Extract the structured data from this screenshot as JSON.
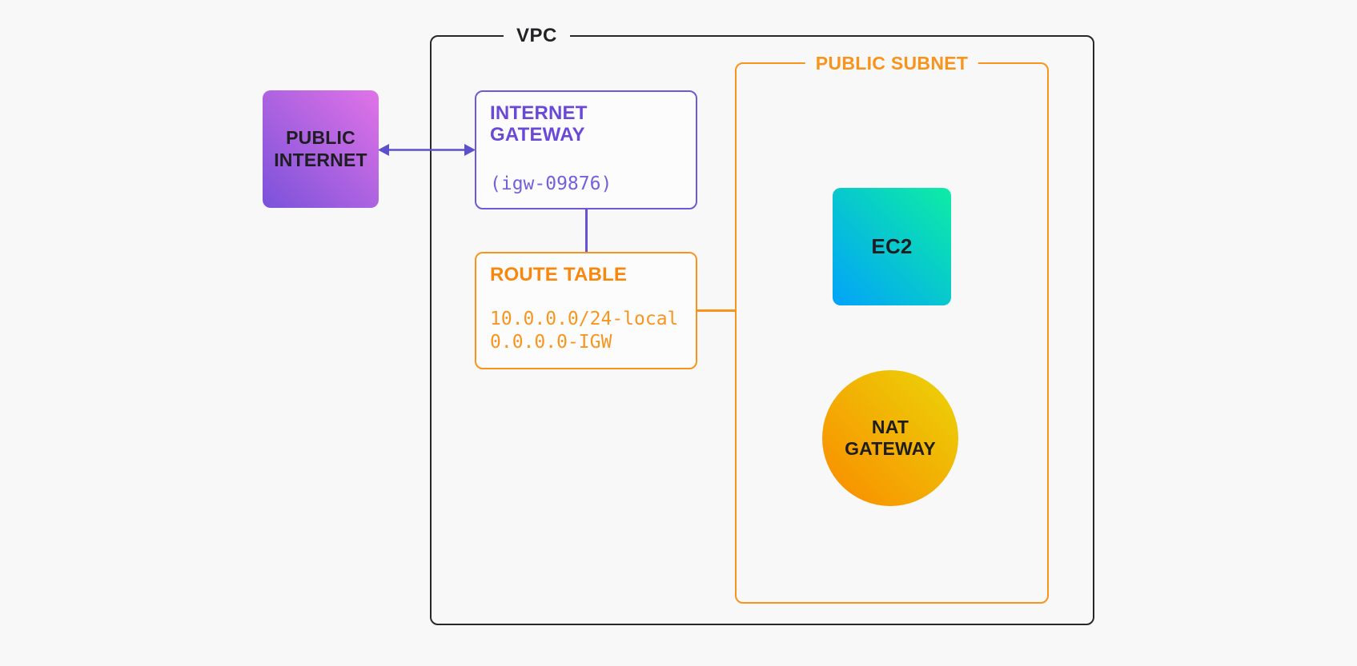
{
  "vpc": {
    "label": "VPC"
  },
  "public_subnet": {
    "label": "PUBLIC SUBNET"
  },
  "nodes": {
    "public_internet": {
      "label": "PUBLIC INTERNET",
      "gradient_start": "#7A52DA",
      "gradient_end": "#E173E7"
    },
    "internet_gateway": {
      "title": "INTERNET GATEWAY",
      "id": "(igw-09876)"
    },
    "route_table": {
      "title": "ROUTE TABLE",
      "routes": [
        "10.0.0.0/24-local",
        "0.0.0.0-IGW"
      ]
    },
    "ec2": {
      "label": "EC2",
      "gradient_start": "#02A3F9",
      "gradient_end": "#0DEDA4"
    },
    "nat_gateway": {
      "label": "NAT GATEWAY",
      "gradient_start": "#FA8A00",
      "gradient_end": "#EBD607"
    }
  },
  "edges": [
    {
      "from": "public-internet",
      "to": "internet-gateway",
      "type": "bidirectional-arrow",
      "color": "#5C50CB"
    },
    {
      "from": "internet-gateway",
      "to": "route-table",
      "type": "line",
      "color": "#6A50D6"
    },
    {
      "from": "route-table",
      "to": "public-subnet",
      "type": "line",
      "color": "#F8941C"
    }
  ],
  "colors": {
    "background": "#F8F8F8",
    "vpc_border": "#28282A",
    "purple": "#6A50D6",
    "orange": "#F8941C",
    "text_dark": "#1E1E22"
  }
}
